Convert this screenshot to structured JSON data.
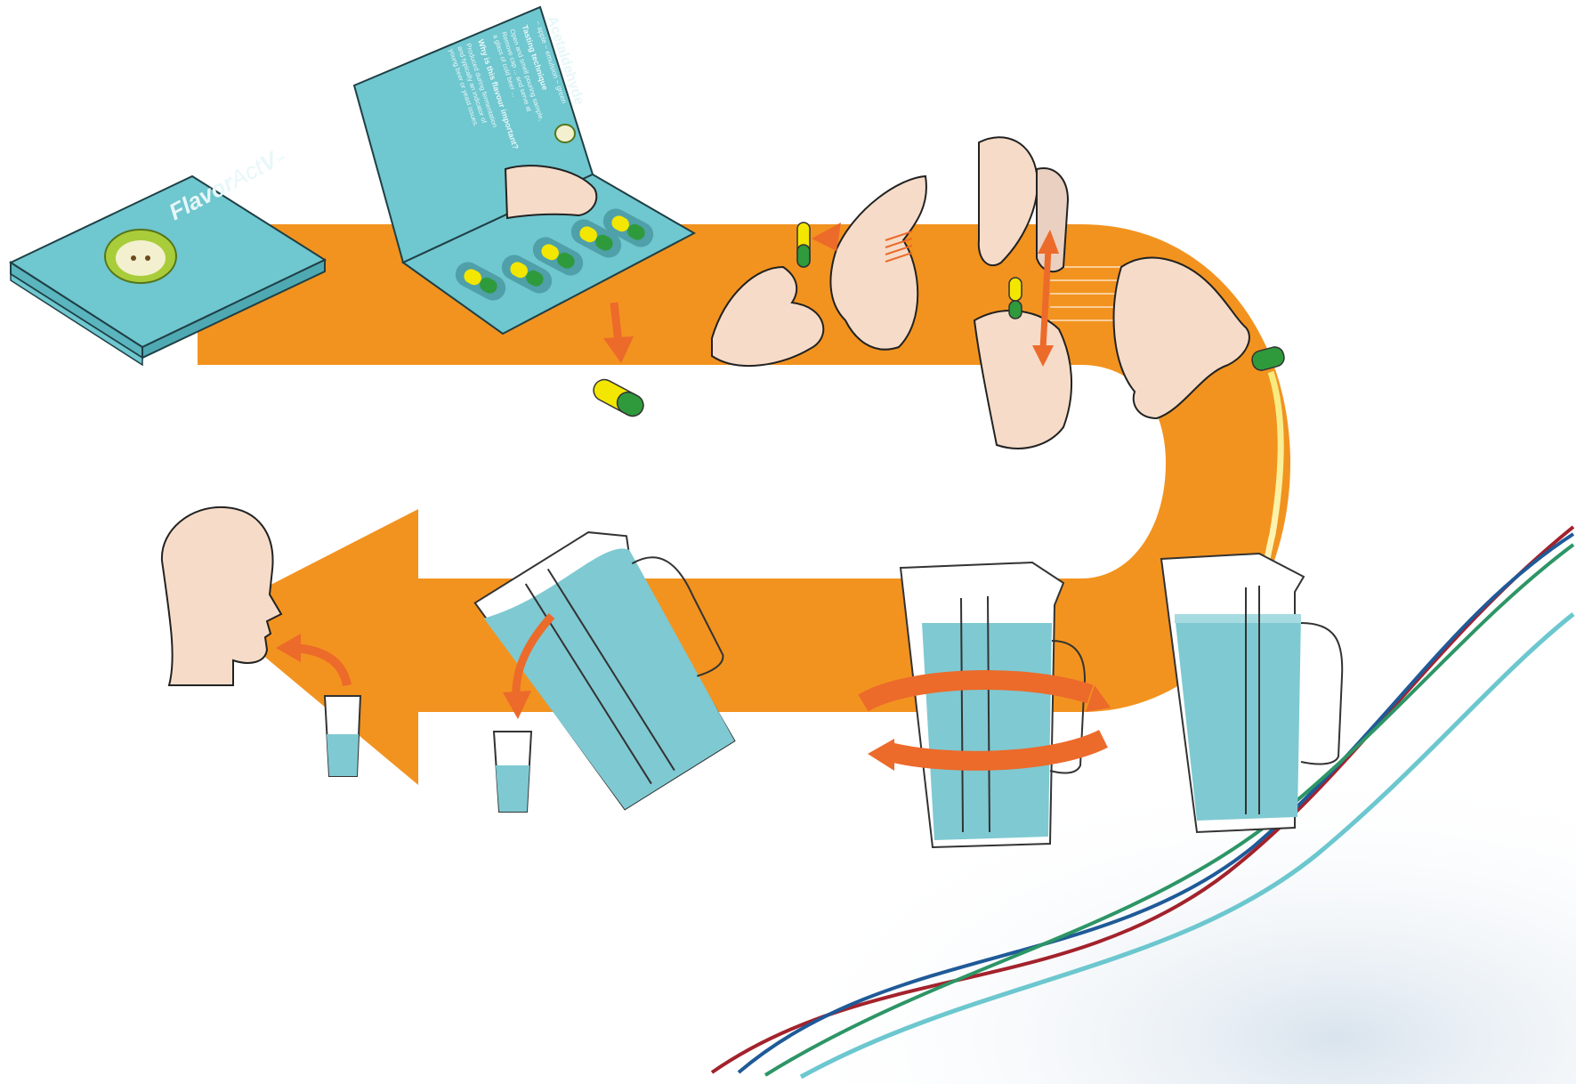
{
  "product": {
    "brand_bold": "Flavor",
    "brand_light": "Act",
    "brand_tail": "V",
    "brand_tm": "™"
  },
  "card": {
    "title": "Acetaldehyde",
    "subtitle": "~ apple ~ emulsion ~ green",
    "section1": "Tasting technique",
    "body1": [
      "Open and smell pouring sample,",
      "Remove cap ... and serve at",
      "a glass of cold beer ..."
    ],
    "section2": "Why is this flavour important?",
    "body2": [
      "Produced during fermentation",
      "and typically an indicator of",
      "young beer or yeast issues."
    ]
  },
  "colors": {
    "orange_band": "#f2931f",
    "orange_arrow": "#ec6a2a",
    "teal_card": "#6fc7cf",
    "water": "#7fc9d2",
    "skin": "#f6dcc8",
    "capsule_yellow": "#f3e600",
    "capsule_green": "#2f9a3c",
    "wave_red": "#a3222c",
    "wave_blue": "#1f5a98",
    "wave_green": "#2d9566",
    "wave_cyan": "#6cc7cf"
  },
  "icons": [
    "sample-card-icon",
    "open-card-icon",
    "capsule-icon",
    "hands-icon",
    "jug-icon",
    "glass-icon",
    "head-icon",
    "apple-icon"
  ]
}
